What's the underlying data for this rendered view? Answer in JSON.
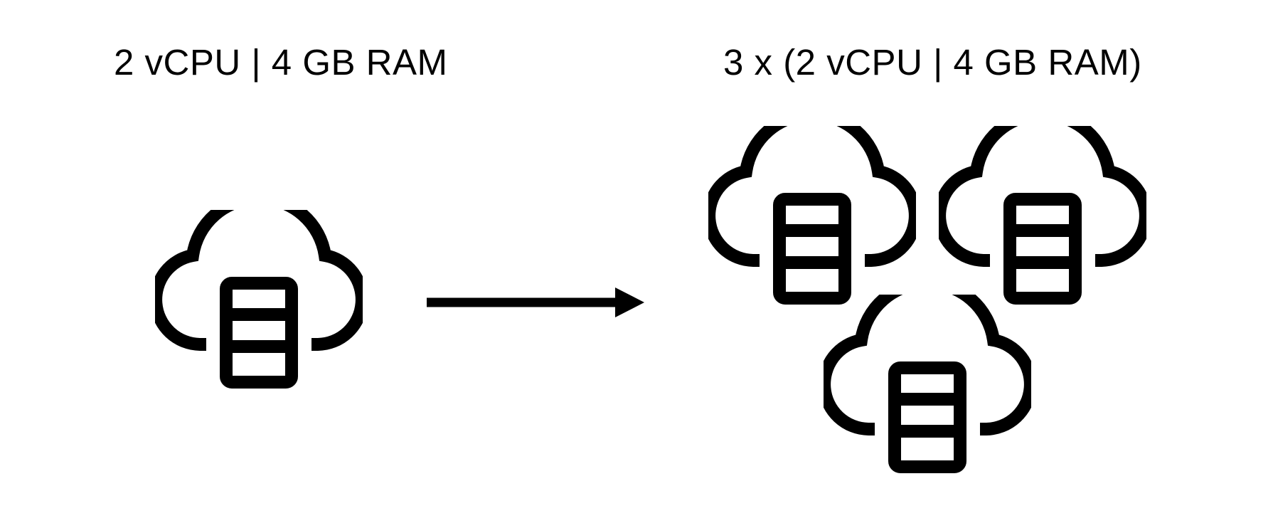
{
  "left": {
    "label": "2 vCPU | 4 GB RAM",
    "icon": "cloud-server-icon"
  },
  "right": {
    "label": "3 x (2 vCPU | 4 GB RAM)",
    "icon": "cloud-server-icon",
    "count": 3
  },
  "arrow": {
    "icon": "arrow-right-icon"
  },
  "colors": {
    "stroke": "#000000",
    "background": "#ffffff"
  }
}
